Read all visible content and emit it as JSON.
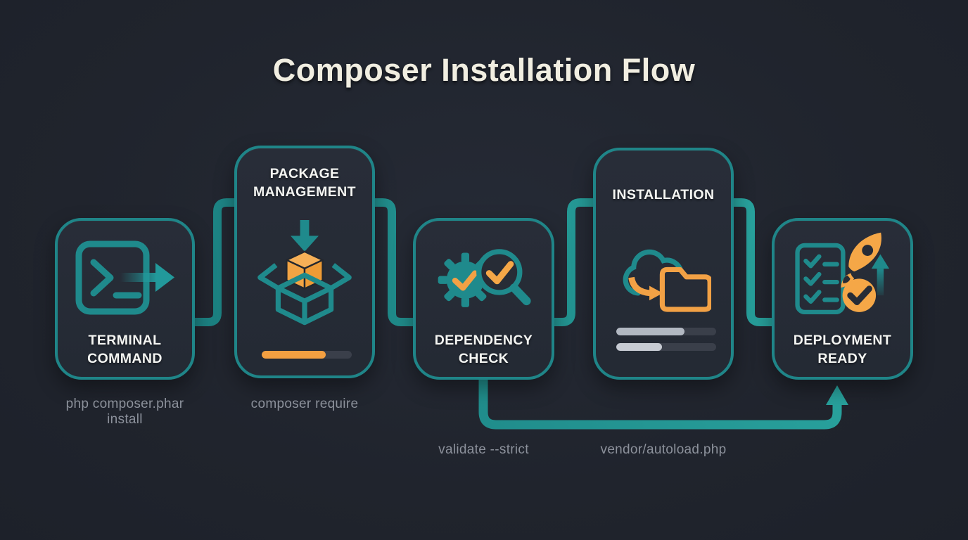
{
  "title": "Composer Installation Flow",
  "steps": [
    {
      "id": "terminal-command",
      "label": "TERMINAL COMMAND",
      "caption": "php composer.phar install",
      "icon": "terminal-prompt-arrow-icon"
    },
    {
      "id": "package-management",
      "label": "PACKAGE MANAGEMENT",
      "caption": "composer require",
      "icon": "open-box-download-icon",
      "progress_percent": 71
    },
    {
      "id": "dependency-check",
      "label": "DEPENDENCY CHECK",
      "caption": "validate --strict",
      "icon": "gear-magnifier-check-icon"
    },
    {
      "id": "installation",
      "label": "INSTALLATION",
      "caption": "vendor/autoload.php",
      "icon": "cloud-to-folder-icon",
      "bars": [
        {
          "percent": 68
        },
        {
          "percent": 46
        }
      ]
    },
    {
      "id": "deployment-ready",
      "label": "DEPLOYMENT READY",
      "icon": "checklist-rocket-check-icon"
    }
  ],
  "flow": [
    {
      "from": "terminal-command",
      "to": "package-management"
    },
    {
      "from": "package-management",
      "to": "dependency-check"
    },
    {
      "from": "dependency-check",
      "to": "installation"
    },
    {
      "from": "installation",
      "to": "deployment-ready"
    },
    {
      "from": "dependency-check",
      "to": "deployment-ready",
      "style": "bottom-loop-up-arrow"
    }
  ],
  "colors": {
    "background": "#20242d",
    "card_background": "#272c36",
    "card_border_teal": "#1f8588",
    "line_teal_dark": "#157074",
    "line_teal_bright": "#2fb3ab",
    "accent_orange": "#f2a145",
    "label_text": "#f4f5f2",
    "caption_text": "#8c919b",
    "title_text": "#f1eee1",
    "bar_track": "#3a3f4a",
    "bar_fill_light": "#b2b8c2",
    "bar_fill_lighter": "#c7cbd3"
  }
}
